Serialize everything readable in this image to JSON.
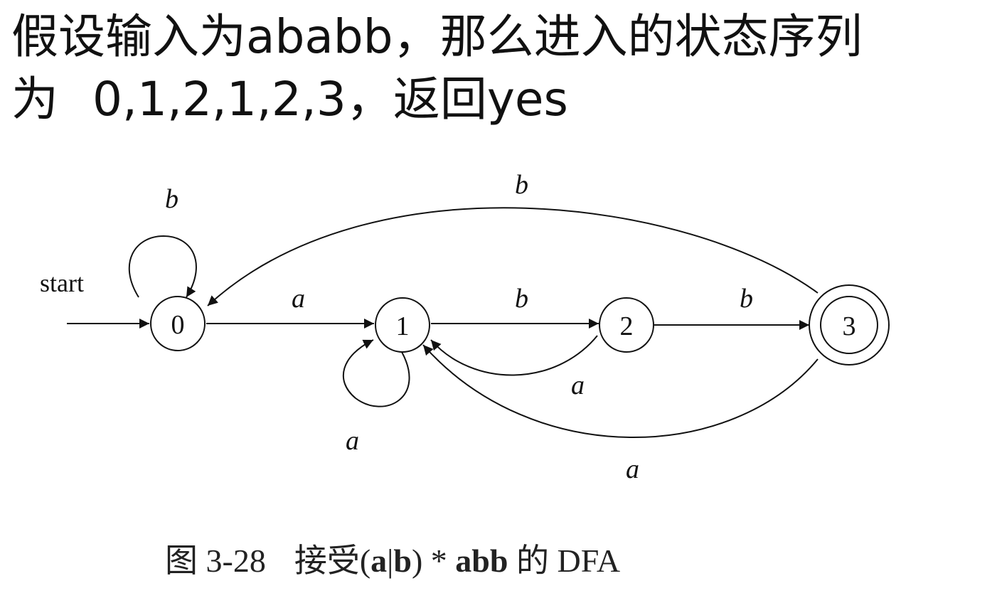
{
  "heading": {
    "line1": "假设输入为ababb，那么进入的状态序列",
    "line2_prefix": "为",
    "line2_rest": "0,1,2,1,2,3，返回yes"
  },
  "diagram": {
    "start_label": "start",
    "states": [
      {
        "id": "0",
        "label": "0",
        "accepting": false
      },
      {
        "id": "1",
        "label": "1",
        "accepting": false
      },
      {
        "id": "2",
        "label": "2",
        "accepting": false
      },
      {
        "id": "3",
        "label": "3",
        "accepting": true
      }
    ],
    "transitions": [
      {
        "from": "0",
        "to": "0",
        "symbol": "b"
      },
      {
        "from": "0",
        "to": "1",
        "symbol": "a"
      },
      {
        "from": "1",
        "to": "1",
        "symbol": "a"
      },
      {
        "from": "1",
        "to": "2",
        "symbol": "b"
      },
      {
        "from": "2",
        "to": "1",
        "symbol": "a"
      },
      {
        "from": "2",
        "to": "3",
        "symbol": "b"
      },
      {
        "from": "3",
        "to": "1",
        "symbol": "a"
      },
      {
        "from": "3",
        "to": "0",
        "symbol": "b"
      }
    ]
  },
  "caption": {
    "figure": "图 3-28",
    "text_pre": "接受(",
    "bold_a": "a",
    "bar": "|",
    "bold_b": "b",
    "text_mid": ") *",
    "bold_abb": "abb",
    "text_post": "的 DFA"
  }
}
